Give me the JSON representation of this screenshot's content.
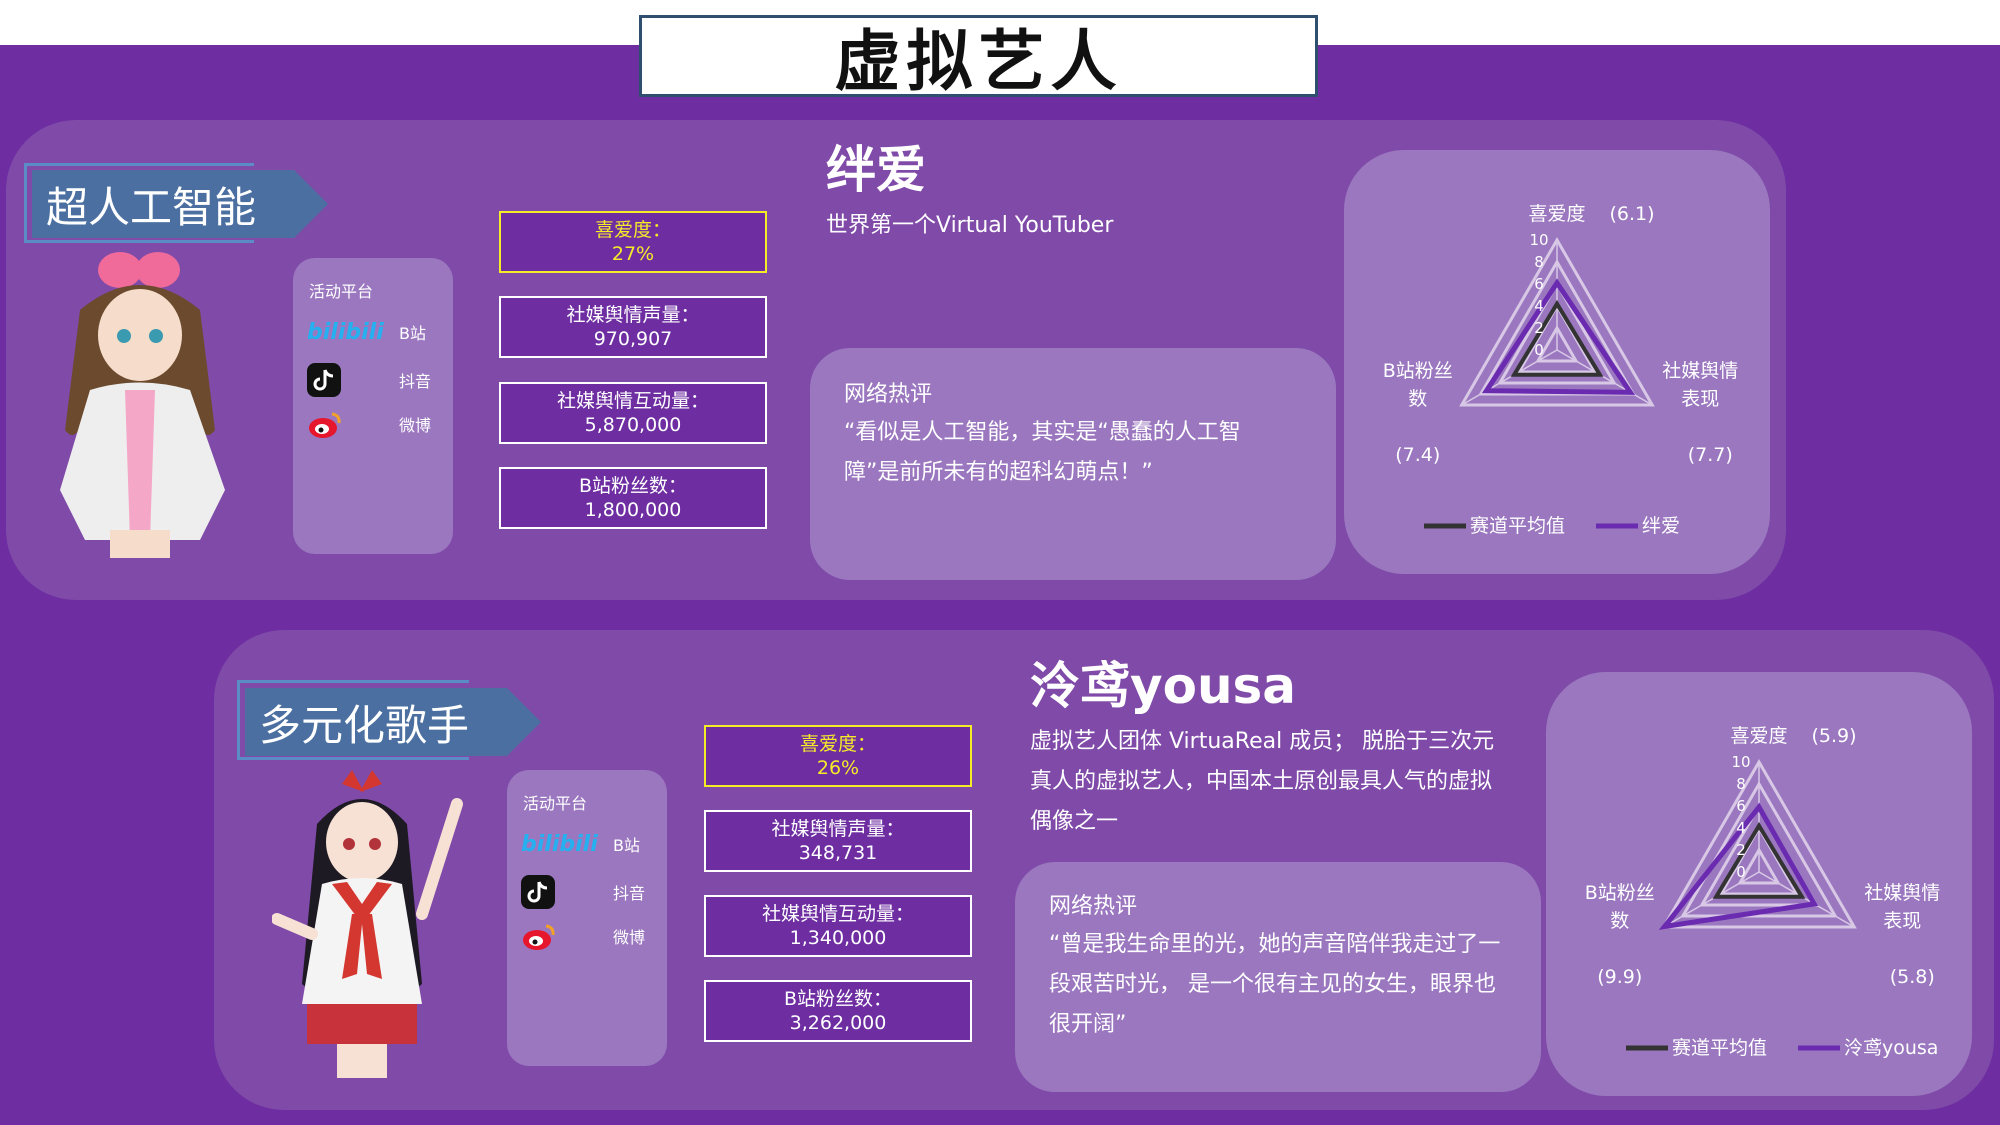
{
  "page_title": "虚拟艺人",
  "platform_title": "活动平台",
  "platforms": [
    {
      "icon": "bilibili-icon",
      "logo_text": "bilibili",
      "label": "B站"
    },
    {
      "icon": "douyin-icon",
      "label": "抖音"
    },
    {
      "icon": "weibo-icon",
      "label": "微博"
    }
  ],
  "artists": [
    {
      "category": "超人工智能",
      "name": "绊爱",
      "description": "世界第一个Virtual YouTuber",
      "stats": [
        {
          "label": "喜爱度：",
          "value": "27%"
        },
        {
          "label": "社媒舆情声量：",
          "value": "970,907"
        },
        {
          "label": "社媒舆情互动量：",
          "value": "5,870,000"
        },
        {
          "label": "B站粉丝数：",
          "value": "1,800,000"
        }
      ],
      "review_title": "网络热评",
      "review_text": "“看似是人工智能，其实是“愚蠢的人工智障”是前所未有的超科幻萌点！”"
    },
    {
      "category": "多元化歌手",
      "name": "泠鸢yousa",
      "description": "虚拟艺人团体 VirtuaReal 成员； 脱胎于三次元真人的虚拟艺人，中国本土原创最具人气的虚拟偶像之一",
      "stats": [
        {
          "label": "喜爱度：",
          "value": "26%"
        },
        {
          "label": "社媒舆情声量：",
          "value": "348,731"
        },
        {
          "label": "社媒舆情互动量：",
          "value": "1,340,000"
        },
        {
          "label": "B站粉丝数：",
          "value": "3,262,000"
        }
      ],
      "review_title": "网络热评",
      "review_text": "“曾是我生命里的光，她的声音陪伴我走过了一段艰苦时光， 是一个很有主见的女生，眼界也很开阔”"
    }
  ],
  "chart_data": [
    {
      "type": "radar",
      "axes": [
        "喜爱度",
        "社媒舆情表现",
        "B站粉丝数"
      ],
      "axis_value_labels": [
        "(6.1)",
        "(7.7)",
        "(7.4)"
      ],
      "rlim": [
        0,
        10
      ],
      "r_ticks": [
        "0",
        "2",
        "4",
        "6",
        "8",
        "10"
      ],
      "series": [
        {
          "name": "赛道平均值",
          "color": "#333333",
          "values": [
            4.2,
            4.5,
            4.5
          ]
        },
        {
          "name": "绊爱",
          "color": "#6a2bb0",
          "values": [
            6.1,
            7.7,
            7.4
          ]
        }
      ],
      "legend": "bottom",
      "ring_color": "#d8c8e6"
    },
    {
      "type": "radar",
      "axes": [
        "喜爱度",
        "社媒舆情表现",
        "B站粉丝数"
      ],
      "axis_value_labels": [
        "(5.9)",
        "(5.8)",
        "(9.9)"
      ],
      "rlim": [
        0,
        10
      ],
      "r_ticks": [
        "0",
        "2",
        "4",
        "6",
        "8",
        "10"
      ],
      "series": [
        {
          "name": "赛道平均值",
          "color": "#333333",
          "values": [
            4.2,
            4.5,
            4.5
          ]
        },
        {
          "name": "泠鸢yousa",
          "color": "#6a2bb0",
          "values": [
            5.9,
            5.8,
            9.9
          ]
        }
      ],
      "legend": "bottom",
      "ring_color": "#d8c8e6"
    }
  ],
  "colors": {
    "background": "#6e2ea2",
    "panel": "#7f4aa8",
    "card": "#9a77bf",
    "chip": "#4a6fa0",
    "highlight": "#f5ec28"
  }
}
